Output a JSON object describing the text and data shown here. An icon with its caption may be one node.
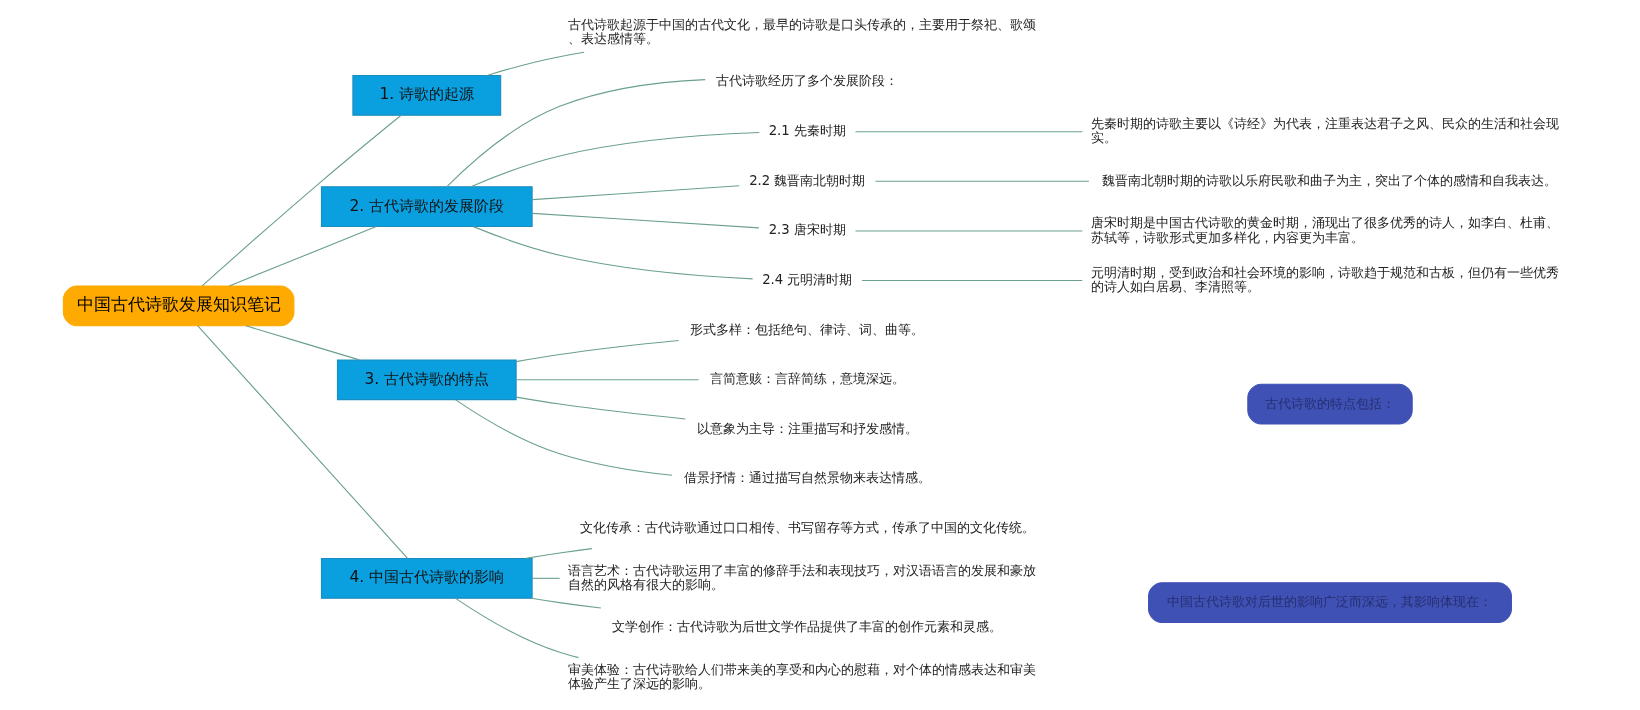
{
  "diagram": {
    "nodes": [
      {
        "text": [
          "中国古代诗歌发展知识笔记"
        ]
      },
      {
        "text": [
          "1. 诗歌的起源"
        ]
      },
      {
        "text": [
          "古代诗歌起源于中国的古代文化，最早的诗歌是口头传承的，主要用于祭祀、歌颂、表达感情等。"
        ]
      },
      {
        "text": [
          "2. 古代诗歌的发展阶段"
        ]
      },
      {
        "text": [
          "古代诗歌经历了多个发展阶段："
        ]
      },
      {
        "text": [
          "2.1 先秦时期"
        ]
      },
      {
        "text": [
          "先秦时期的诗歌主要以《诗经》为代表，注重表达君子之风、民众的生活和社会现实。"
        ]
      },
      {
        "text": [
          "2.2 魏晋南北朝时期"
        ]
      },
      {
        "text": [
          "魏晋南北朝时期的诗歌以乐府民歌和曲子为主，突出了个体的感情和自我表达。"
        ]
      },
      {
        "text": [
          "2.3 唐宋时期"
        ]
      },
      {
        "text": [
          "唐宋时期是中国古代诗歌的黄金时期，涌现出了很多优秀的诗人，如李白、杜甫、苏轼等，诗歌形式更加多样化，内容更为丰富。"
        ]
      },
      {
        "text": [
          "2.4 元明清时期"
        ]
      },
      {
        "text": [
          "元明清时期，受到政治和社会环境的影响，诗歌趋于规范和古板，但仍有一些优秀的诗人如白居易、李清照等。"
        ]
      },
      {
        "text": [
          "3. 古代诗歌的特点"
        ]
      },
      {
        "text": [
          "形式多样：包括绝句、律诗、词、曲等。"
        ]
      },
      {
        "text": [
          "言简意赅：言辞简练，意境深远。"
        ]
      },
      {
        "text": [
          "以意象为主导：注重描写和抒发感情。"
        ]
      },
      {
        "text": [
          "借景抒情：通过描写自然景物来表达情感。"
        ]
      },
      {
        "text": [
          "古代诗歌的特点包括："
        ]
      },
      {
        "text": [
          "4. 中国古代诗歌的影响"
        ]
      },
      {
        "text": [
          "文化传承：古代诗歌通过口口相传、书写留存等方式，传承了中国的文化传统。"
        ]
      },
      {
        "text": [
          "语言艺术：古代诗歌运用了丰富的修辞手法和表现技巧，对汉语语言的发展和豪放自然的风格有很大的影响。"
        ]
      },
      {
        "text": [
          "文学创作：古代诗歌为后世文学作品提供了丰富的创作元素和灵感。"
        ]
      },
      {
        "text": [
          "审美体验：古代诗歌给人们带来美的享受和内心的慰藉，对个体的情感表达和审美体验产生了深远的影响。"
        ]
      },
      {
        "text": [
          "中国古代诗歌对后世的影响广泛而深远，其影响体现在："
        ]
      }
    ],
    "edges": [
      {
        "from": 0,
        "to": 1,
        "arrow": "none"
      },
      {
        "from": 1,
        "to": 2,
        "arrow": "none"
      },
      {
        "from": 0,
        "to": 3,
        "arrow": "none"
      },
      {
        "from": 3,
        "to": 4,
        "arrow": "none"
      },
      {
        "from": 3,
        "to": 5,
        "arrow": "none"
      },
      {
        "from": 5,
        "to": 6,
        "arrow": "none"
      },
      {
        "from": 3,
        "to": 7,
        "arrow": "none"
      },
      {
        "from": 7,
        "to": 8,
        "arrow": "none"
      },
      {
        "from": 3,
        "to": 9,
        "arrow": "none"
      },
      {
        "from": 9,
        "to": 10,
        "arrow": "none"
      },
      {
        "from": 3,
        "to": 11,
        "arrow": "none"
      },
      {
        "from": 11,
        "to": 12,
        "arrow": "none"
      },
      {
        "from": 0,
        "to": 13,
        "arrow": "none"
      },
      {
        "from": 13,
        "to": 14,
        "arrow": "none"
      },
      {
        "from": 13,
        "to": 15,
        "arrow": "none"
      },
      {
        "from": 13,
        "to": 16,
        "arrow": "none"
      },
      {
        "from": 13,
        "to": 17,
        "arrow": "none"
      },
      {
        "from": 0,
        "to": 19,
        "arrow": "none"
      },
      {
        "from": 19,
        "to": 20,
        "arrow": "none"
      },
      {
        "from": 19,
        "to": 21,
        "arrow": "none"
      },
      {
        "from": 19,
        "to": 22,
        "arrow": "none"
      },
      {
        "from": 19,
        "to": 23,
        "arrow": "none"
      }
    ]
  }
}
